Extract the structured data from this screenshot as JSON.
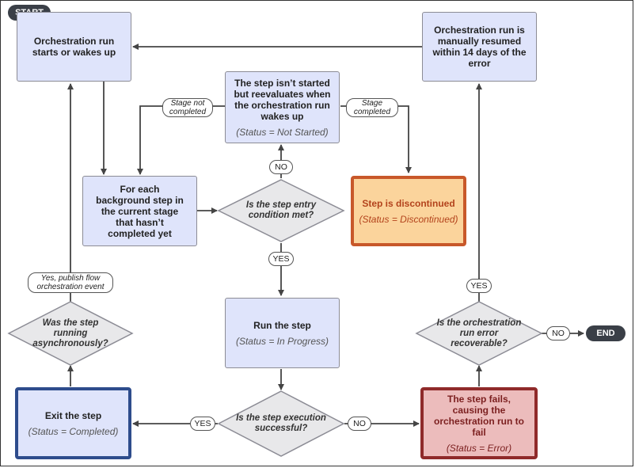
{
  "terminals": {
    "start": "START",
    "end": "END"
  },
  "boxes": {
    "orchestration_starts": {
      "title": "Orchestration run starts or wakes up"
    },
    "resumed": {
      "title": "Orchestration run is manually resumed within 14 days of the error"
    },
    "not_started": {
      "title": "The step isn’t started but reevaluates when the orchestration run wakes up",
      "status": "(Status = Not Started)"
    },
    "for_each": {
      "title": "For each background step in the current stage that hasn’t completed yet"
    },
    "discontinued": {
      "title": "Step is discontinued",
      "status": "(Status = Discontinued)"
    },
    "run_step": {
      "title": "Run the step",
      "status": "(Status = In Progress)"
    },
    "exit_step": {
      "title": "Exit the step",
      "status": "(Status = Completed)"
    },
    "fails": {
      "title": "The step fails, causing the orchestration run to fail",
      "status": "(Status = Error)"
    }
  },
  "decisions": {
    "entry_condition": "Is the step entry condition met?",
    "execution_success": "Is the step execution successful?",
    "async": "Was the step running asynchronously?",
    "recoverable": "Is the orchestration run error recoverable?"
  },
  "edge_labels": {
    "stage_not_completed": "Stage not completed",
    "stage_completed": "Stage completed",
    "publish_event": "Yes, publish flow orchestration event",
    "no_entry": "NO",
    "yes_entry": "YES",
    "yes_success": "YES",
    "no_success": "NO",
    "yes_recoverable": "YES",
    "no_recoverable": "NO"
  }
}
